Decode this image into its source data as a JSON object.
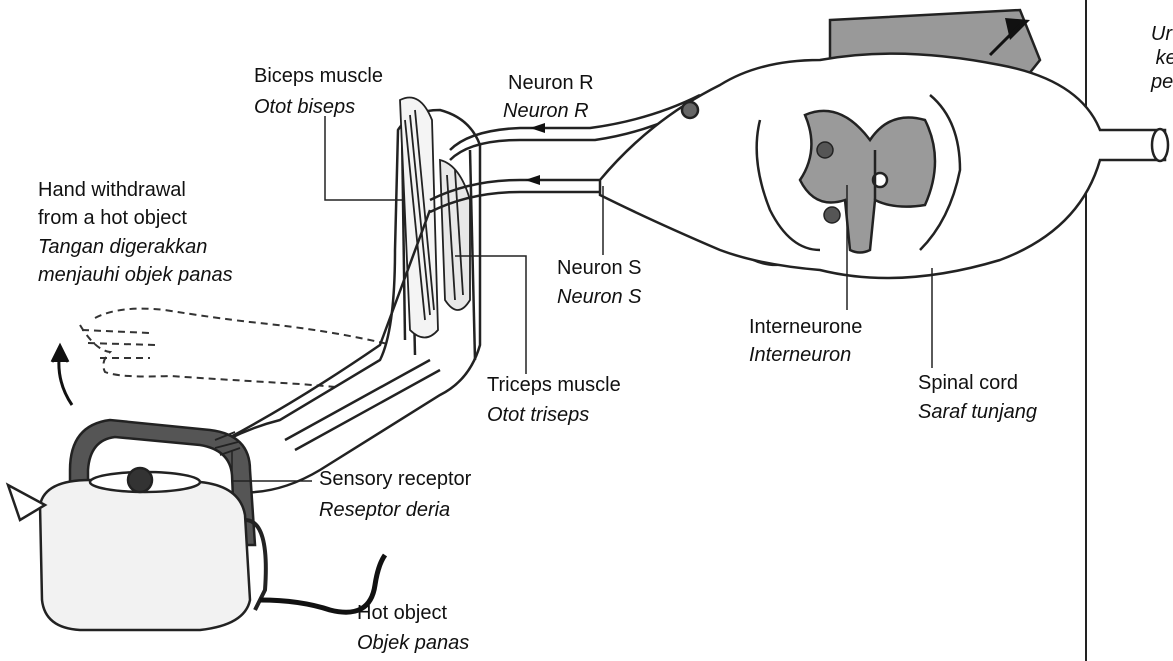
{
  "labels": {
    "biceps_en": "Biceps muscle",
    "biceps_ms": "Otot biseps",
    "neuron_r_en": "Neuron R",
    "neuron_r_ms": "Neuron R",
    "hand_en_1": "Hand withdrawal",
    "hand_en_2": "from a hot object",
    "hand_ms_1": "Tangan digerakkan",
    "hand_ms_2": "menjauhi objek panas",
    "neuron_s_en": "Neuron S",
    "neuron_s_ms": "Neuron S",
    "interneurone_en": "Interneurone",
    "interneurone_ms": "Interneuron",
    "triceps_en": "Triceps muscle",
    "triceps_ms": "Otot triseps",
    "spinal_en": "Spinal cord",
    "spinal_ms": "Saraf tunjang",
    "sensory_en": "Sensory receptor",
    "sensory_ms": "Reseptor deria",
    "hot_en": "Hot object",
    "hot_ms": "Objek panas"
  },
  "side_text": [
    "Ur",
    "kegu",
    "pemo"
  ]
}
